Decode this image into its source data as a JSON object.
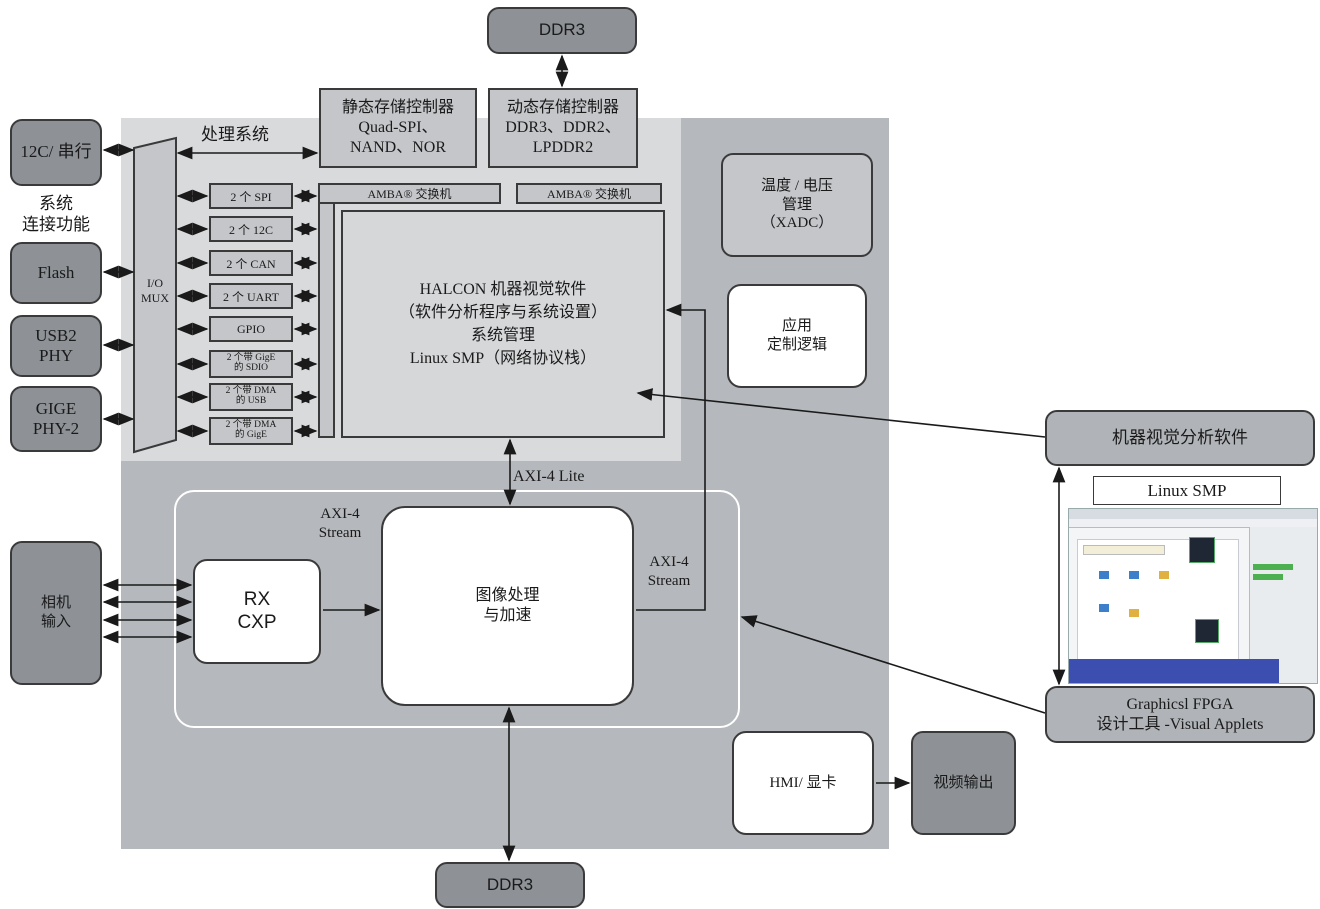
{
  "ddr3_top": "DDR3",
  "ddr3_bottom": "DDR3",
  "processing_system": "处理系统",
  "static_mem": "静态存储控制器\nQuad-SPI、\nNAND、NOR",
  "dynamic_mem": "动态存储控制器\nDDR3、DDR2、\nLPDDR2",
  "left_ext": {
    "i2c": "12C/ 串行",
    "connectivity": "系统\n连接功能",
    "flash": "Flash",
    "usb2": "USB2\nPHY",
    "gige": "GIGE\nPHY-2"
  },
  "io_mux": "I/O\nMUX",
  "peripherals": [
    "2 个 SPI",
    "2 个 12C",
    "2 个 CAN",
    "2 个 UART",
    "GPIO",
    "2 个带 GigE\n的 SDIO",
    "2 个带 DMA\n的 USB",
    "2 个带 DMA\n的 GigE"
  ],
  "amba_switch_1": "AMBA® 交换机",
  "amba_switch_2": "AMBA® 交换机",
  "halcon": "HALCON 机器视觉软件\n（软件分析程序与系统设置）\n系统管理\nLinux SMP（网络协议栈）",
  "xadc": "温度 / 电压\n管理\n（XADC）",
  "custom_logic": "应用\n定制逻辑",
  "axi_lite": "AXI-4 Lite",
  "axi_stream_left": "AXI-4\nStream",
  "axi_stream_right": "AXI-4\nStream",
  "rx_cxp": "RX\nCXP",
  "image_proc": "图像处理\n与加速",
  "camera_input": "相机\n输入",
  "hmi": "HMI/ 显卡",
  "video_out": "视频输出",
  "mv_software": "机器视觉分析软件",
  "linux_smp": "Linux SMP",
  "fpga_tool": "Graphicsl FPGA\n设计工具 -Visual Applets",
  "colors": {
    "pl": "#b5b8bc",
    "ps": "#d9dadc",
    "dark_pill": "#8e9297",
    "box": "#c4c6c9"
  }
}
